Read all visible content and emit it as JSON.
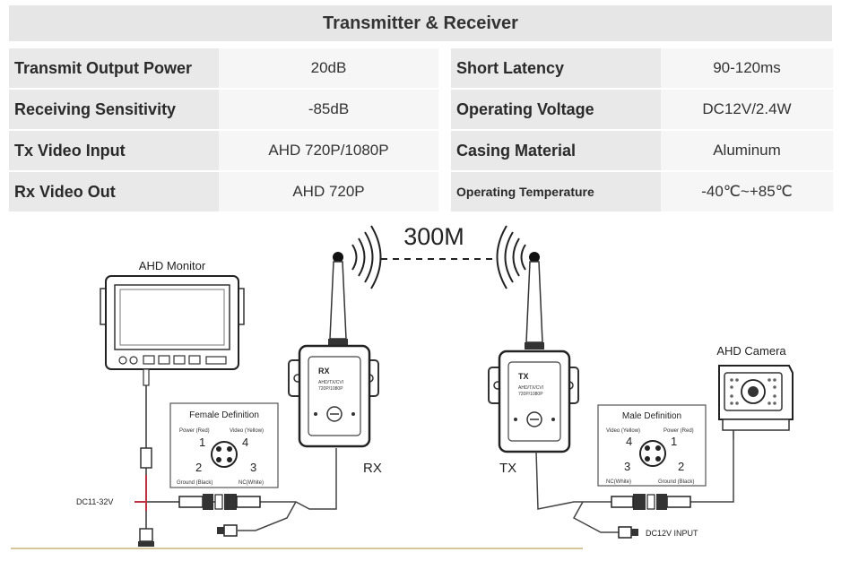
{
  "title": "Transmitter & Receiver",
  "specs_left": [
    {
      "label": "Transmit Output Power",
      "value": "20dB"
    },
    {
      "label": "Receiving Sensitivity",
      "value": "-85dB"
    },
    {
      "label": "Tx Video Input",
      "value": "AHD 720P/1080P"
    },
    {
      "label": "Rx Video Out",
      "value": "AHD 720P"
    }
  ],
  "specs_right": [
    {
      "label": "Short Latency",
      "value": "90-120ms"
    },
    {
      "label": "Operating Voltage",
      "value": "DC12V/2.4W"
    },
    {
      "label": "Casing Material",
      "value": "Aluminum"
    },
    {
      "label": "Operating Temperature",
      "value": "-40℃~+85℃"
    }
  ],
  "diagram": {
    "distance": "300M",
    "monitor_label": "AHD Monitor",
    "camera_label": "AHD Camera",
    "rx_label": "RX",
    "tx_label": "TX",
    "rx_device_text": "RX",
    "rx_device_sub1": "AHD/TX/CVI",
    "rx_device_sub2": "720P/1080P",
    "tx_device_text": "TX",
    "tx_device_sub1": "AHD/TX/CVI",
    "tx_device_sub2": "720P/1080P",
    "female": {
      "title": "Female Definition",
      "power": "Power (Red)",
      "video": "Video (Yellow)",
      "ground": "Ground (Black)",
      "nc": "NC(White)",
      "pins": [
        "1",
        "4",
        "2",
        "3"
      ]
    },
    "male": {
      "title": "Male Definition",
      "video": "Video (Yellow)",
      "power": "Power (Red)",
      "nc": "NC(White)",
      "ground": "Ground (Black)",
      "pins": [
        "4",
        "1",
        "3",
        "2"
      ]
    },
    "dc_left": "DC11-32V",
    "dc_right": "DC12V INPUT"
  }
}
